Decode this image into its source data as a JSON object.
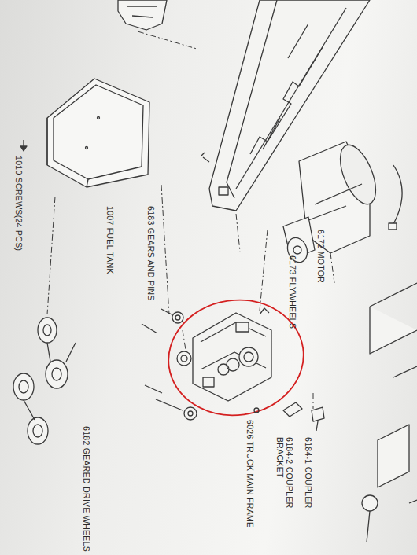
{
  "diagram": {
    "labels": [
      "6172 MOTOR",
      "6173 FLYWHEELS",
      "6184-1 COUPLER",
      "6184-2 COUPLER BRACKET",
      "6026 TRUCK MAIN FRAME",
      "6182 GEARED DRIVE WHEELS",
      "6183 GEARS AND PINS",
      "1007 FUEL TANK",
      "1010 SCREWS(24 PCS)"
    ]
  }
}
